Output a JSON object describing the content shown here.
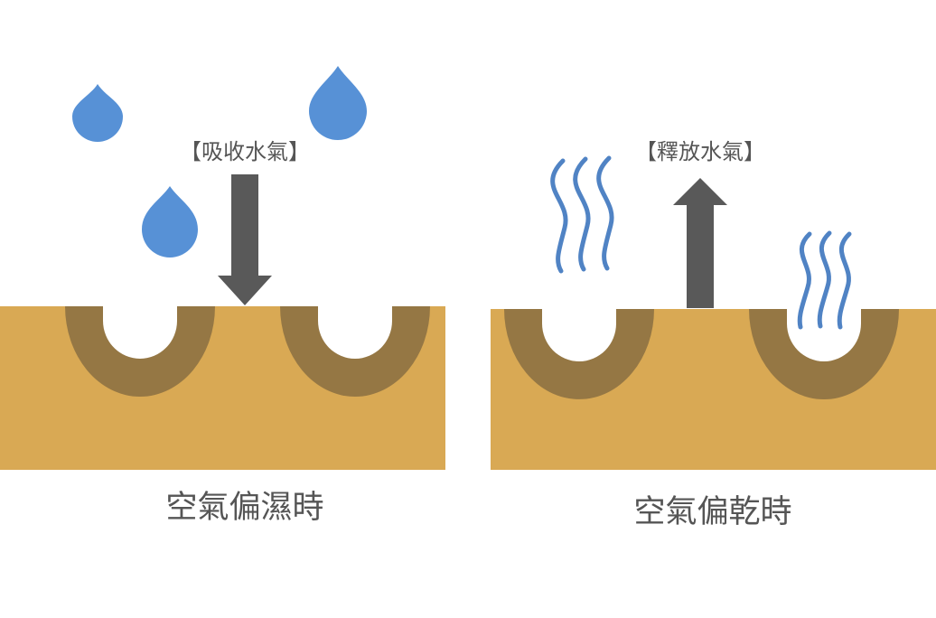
{
  "left_panel": {
    "arrow_label": "【吸收水氣】",
    "caption": "空氣偏濕時"
  },
  "right_panel": {
    "arrow_label": "【釋放水氣】",
    "caption": "空氣偏乾時"
  },
  "colors": {
    "soil": "#D9A954",
    "pore_rim": "#957744",
    "water_drop": "#5791D6",
    "vapor_wave": "#5083C4",
    "arrow": "#595959",
    "text": "#555555"
  },
  "icons": {
    "water_drop": "water-drop-icon",
    "vapor": "vapor-wave-icon",
    "arrow_down": "arrow-down-icon",
    "arrow_up": "arrow-up-icon"
  }
}
